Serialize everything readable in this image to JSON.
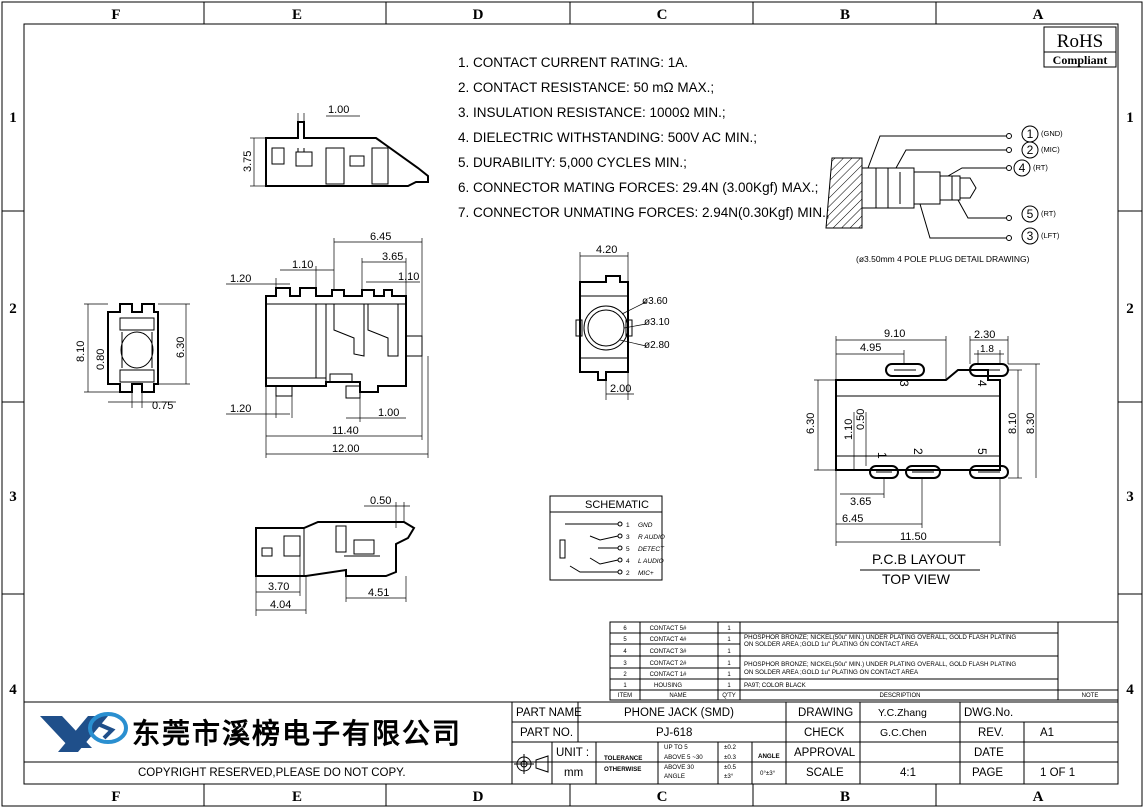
{
  "border": {
    "col_labels": [
      "F",
      "E",
      "D",
      "C",
      "B",
      "A"
    ],
    "row_labels": [
      "1",
      "2",
      "3",
      "4"
    ]
  },
  "rohs": {
    "line1": "RoHS",
    "line2": "Compliant"
  },
  "notes": [
    "1. CONTACT CURRENT RATING: 1A.",
    "2. CONTACT RESISTANCE: 50 mΩ MAX.;",
    "3. INSULATION RESISTANCE: 1000Ω MIN.;",
    "4. DIELECTRIC WITHSTANDING: 500V AC MIN.;",
    "5. DURABILITY: 5,000 CYCLES MIN.;",
    "6. CONNECTOR MATING FORCES: 29.4N (3.00Kgf) MAX.;",
    "7. CONNECTOR UNMATING FORCES: 2.94N(0.30Kgf) MIN.;"
  ],
  "dims": {
    "top_view": {
      "w": "1.00",
      "h": "3.75"
    },
    "side": {
      "d645": "6.45",
      "d110a": "1.10",
      "d365": "3.65",
      "d110b": "1.10",
      "d120a": "1.20",
      "d120b": "1.20",
      "d100": "1.00",
      "d1140": "11.40",
      "d1200": "12.00"
    },
    "end": {
      "d810": "8.10",
      "d080": "0.80",
      "d630": "6.30",
      "d075": "0.75"
    },
    "front": {
      "d420": "4.20",
      "d360": "ø3.60",
      "d310": "ø3.10",
      "d280": "ø2.80",
      "d200": "2.00"
    },
    "bottom": {
      "d050": "0.50",
      "d370": "3.70",
      "d404": "4.04",
      "d451": "4.51"
    },
    "pcb": {
      "d910": "9.10",
      "d495": "4.95",
      "d230": "2.30",
      "d18": "1.8",
      "d630": "6.30",
      "d110": "1.10",
      "d050": "0.50",
      "d810": "8.10",
      "d830": "8.30",
      "d365": "3.65",
      "d645": "6.45",
      "d1150": "11.50",
      "pads": [
        "3",
        "4",
        "1",
        "2",
        "5"
      ]
    }
  },
  "plug": {
    "labels": [
      {
        "num": "1",
        "sig": "(GND)"
      },
      {
        "num": "2",
        "sig": "(MIC)"
      },
      {
        "num": "4",
        "sig": "(RT)"
      },
      {
        "num": "5",
        "sig": "(RT)"
      },
      {
        "num": "3",
        "sig": "(LFT)"
      }
    ],
    "caption": "(ø3.50mm 4 POLE PLUG DETAIL DRAWING)"
  },
  "pcb_caption": {
    "line1": "P.C.B LAYOUT",
    "line2": "TOP VIEW"
  },
  "schematic": {
    "title": "SCHEMATIC",
    "pins": [
      {
        "num": "1",
        "name": "GND"
      },
      {
        "num": "3",
        "name": "R AUDIO"
      },
      {
        "num": "5",
        "name": "DETECT"
      },
      {
        "num": "4",
        "name": "L AUDIO"
      },
      {
        "num": "2",
        "name": "MIC+"
      }
    ]
  },
  "bom": {
    "rows": [
      {
        "item": "6",
        "name": "CONTACT 5#",
        "qty": "1"
      },
      {
        "item": "5",
        "name": "CONTACT 4#",
        "qty": "1"
      },
      {
        "item": "4",
        "name": "CONTACT 3#",
        "qty": "1"
      },
      {
        "item": "3",
        "name": "CONTACT 2#",
        "qty": "1"
      },
      {
        "item": "2",
        "name": "CONTACT 1#",
        "qty": "1"
      },
      {
        "item": "1",
        "name": "HOUSING",
        "qty": "1"
      }
    ],
    "desc_a": [
      "PHOSPHOR BRONZE; NICKEL(50u\" MIN.) UNDER PLATING OVERALL, GOLD FLASH PLATING",
      "ON SOLDER AREA ;GOLD 1u\" PLATING ON CONTACT AREA"
    ],
    "desc_b": [
      "PHOSPHOR BRONZE; NICKEL(50u\" MIN.) UNDER PLATING OVERALL, GOLD FLASH PLATING",
      "ON SOLDER AREA ;GOLD 1u\" PLATING ON CONTACT AREA"
    ],
    "desc_c": "PA9T; COLOR  BLACK",
    "header": {
      "item": "ITEM",
      "name": "NAME",
      "qty": "Q'TY",
      "desc": "DESCRIPTION",
      "note": "NOTE"
    }
  },
  "title_block": {
    "company": "东莞市溪榜电子有限公司",
    "copyright": "COPYRIGHT RESERVED,PLEASE DO NOT COPY.",
    "part_name_label": "PART NAME",
    "part_name": "PHONE JACK (SMD)",
    "part_no_label": "PART NO.",
    "part_no": "PJ-618",
    "unit_label": "UNIT :",
    "unit": "mm",
    "tolerance": "TOLERANCE",
    "otherwise": "OTHERWISE",
    "tol_ranges": [
      "UP TO 5",
      "ABOVE 5 ~30",
      "ABOVE 30"
    ],
    "tol_vals": [
      "±0.2",
      "±0.3",
      "±0.5"
    ],
    "angle_label": "ANGLE",
    "angle_tol": "±3°",
    "angle_lbl2": "ANGLE",
    "angle_val": "0°±3°",
    "drawing_label": "DRAWING",
    "drawing": "Y.C.Zhang",
    "check_label": "CHECK",
    "check": "G.C.Chen",
    "approval_label": "APPROVAL",
    "scale_label": "SCALE",
    "scale": "4:1",
    "dwg_no_label": "DWG.No.",
    "rev_label": "REV.",
    "rev": "A1",
    "date_label": "DATE",
    "page_label": "PAGE",
    "page": "1 OF 1"
  }
}
